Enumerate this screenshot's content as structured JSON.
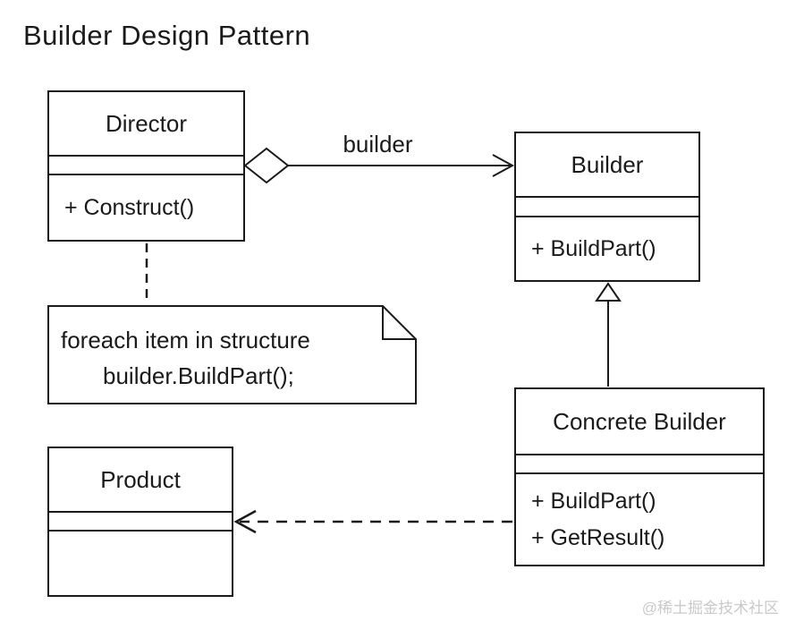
{
  "title": "Builder Design Pattern",
  "watermark": "@稀土掘金技术社区",
  "colors": {
    "line": "#1a1a1a",
    "background": "#ffffff",
    "watermark": "#c9c9c9"
  },
  "classes": {
    "director": {
      "name": "Director",
      "attributes": "",
      "methods": [
        "+ Construct()"
      ]
    },
    "builder": {
      "name": "Builder",
      "attributes": "",
      "methods": [
        "+ BuildPart()"
      ]
    },
    "concrete_builder": {
      "name": "Concrete Builder",
      "attributes": "",
      "methods": [
        "+ BuildPart()",
        "+ GetResult()"
      ]
    },
    "product": {
      "name": "Product",
      "attributes": "",
      "methods": []
    }
  },
  "note": {
    "line1": "foreach item in structure",
    "line2": "builder.BuildPart();"
  },
  "relationships": {
    "aggregation": {
      "from": "Director",
      "to": "Builder",
      "label": "builder",
      "type": "aggregation"
    },
    "generalization": {
      "from": "Concrete Builder",
      "to": "Builder",
      "type": "generalization"
    },
    "dependency": {
      "from": "Concrete Builder",
      "to": "Product",
      "type": "dashed-dependency"
    },
    "note_anchor": {
      "from": "Director",
      "to": "note",
      "type": "dashed-anchor"
    }
  }
}
